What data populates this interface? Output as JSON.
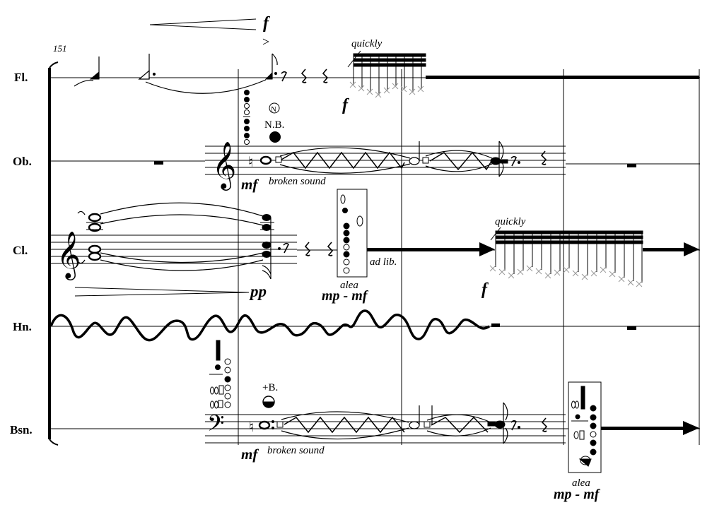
{
  "score": {
    "measure_number": "151",
    "instruments": [
      {
        "id": "flute",
        "label": "Fl."
      },
      {
        "id": "oboe",
        "label": "Ob."
      },
      {
        "id": "clarinet",
        "label": "Cl."
      },
      {
        "id": "horn",
        "label": "Hn."
      },
      {
        "id": "bassoon",
        "label": "Bsn."
      }
    ],
    "flute": {
      "dynamic_top": "f",
      "accent": ">",
      "tempo_text": "quickly",
      "dynamic_bottom": "f"
    },
    "oboe": {
      "natural_sign": "N",
      "nb_text": "N.B.",
      "dynamic": "mf",
      "technique": "broken sound"
    },
    "clarinet": {
      "dynamic_end": "pp",
      "ad_lib": "ad lib.",
      "alea": "alea",
      "alea_dynamic": "mp - mf",
      "tempo_text": "quickly",
      "dynamic_f": "f"
    },
    "bassoon": {
      "plus_b": "+B.",
      "dynamic": "mf",
      "technique": "broken sound",
      "alea": "alea",
      "alea_dynamic": "mp - mf"
    }
  }
}
